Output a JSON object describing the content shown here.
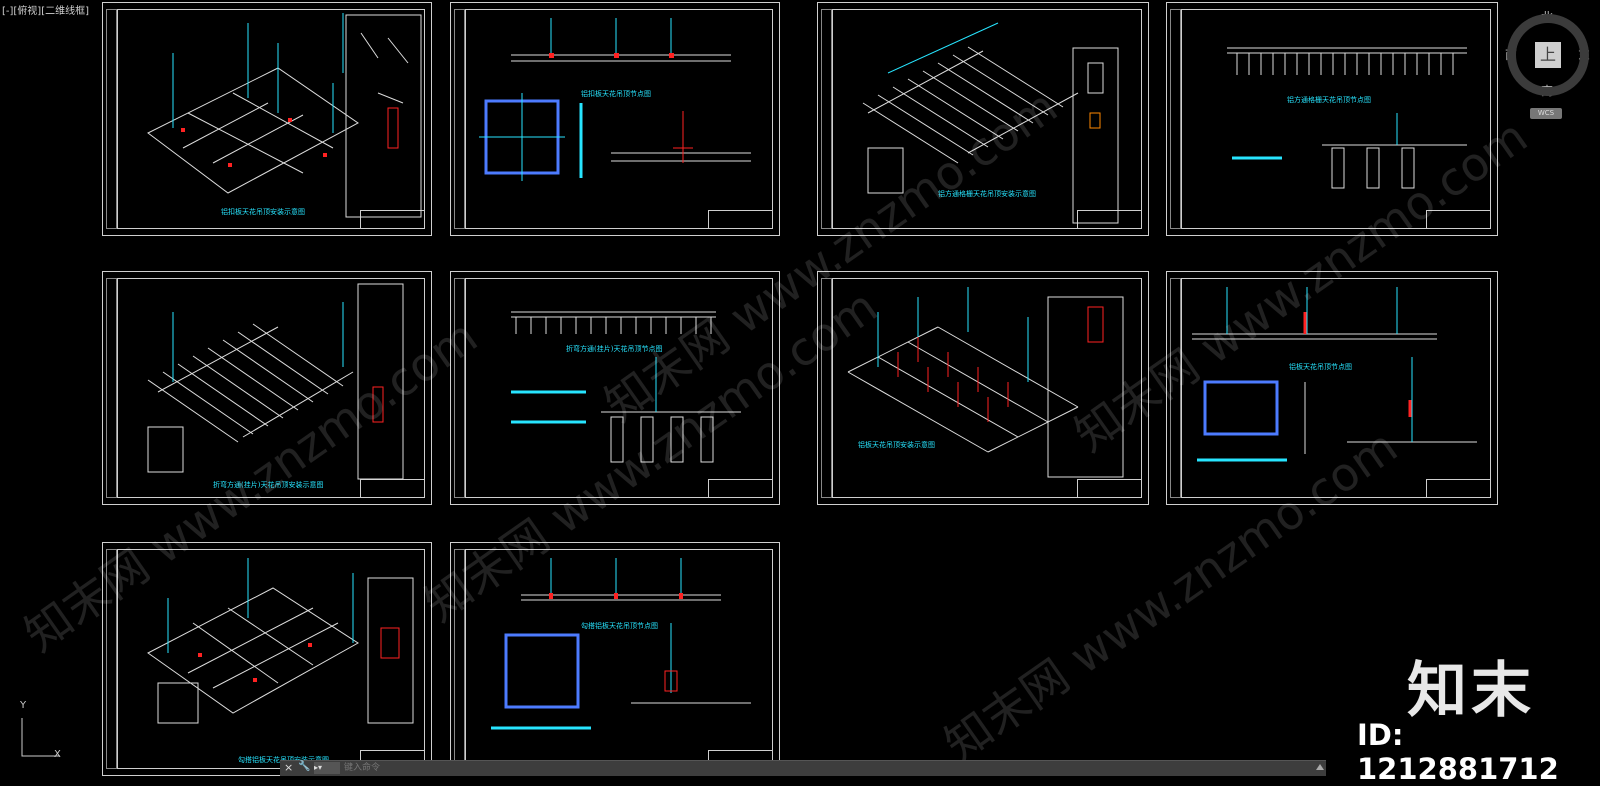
{
  "viewport": {
    "label": "[-][俯视][二维线框]"
  },
  "sheets": [
    {
      "caption": "铝扣板天花吊顶安装示意图"
    },
    {
      "caption": "铝扣板天花吊顶节点图"
    },
    {
      "caption": "铝方通格栅天花吊顶安装示意图"
    },
    {
      "caption": "铝方通格栅天花吊顶节点图"
    },
    {
      "caption": "折弯方通(挂片)天花吊顶安装示意图"
    },
    {
      "caption": "折弯方通(挂片)天花吊顶节点图"
    },
    {
      "caption": "铝板天花吊顶安装示意图"
    },
    {
      "caption": "铝板天花吊顶节点图"
    },
    {
      "caption": "勾搭铝板天花吊顶安装示意图"
    },
    {
      "caption": "勾搭铝板天花吊顶节点图"
    }
  ],
  "compass": {
    "north": "北",
    "south": "南",
    "west": "西",
    "east": "东",
    "top": "上",
    "wcs": "WCS"
  },
  "watermark": {
    "text": "知末网 www.znzmo.com"
  },
  "logo": {
    "text": "知末",
    "id": "ID: 1212881712"
  },
  "command": {
    "close": "×",
    "tool": "🔧",
    "placeholder": "键入命令"
  },
  "ucs": {
    "x": "X",
    "y": "Y"
  }
}
